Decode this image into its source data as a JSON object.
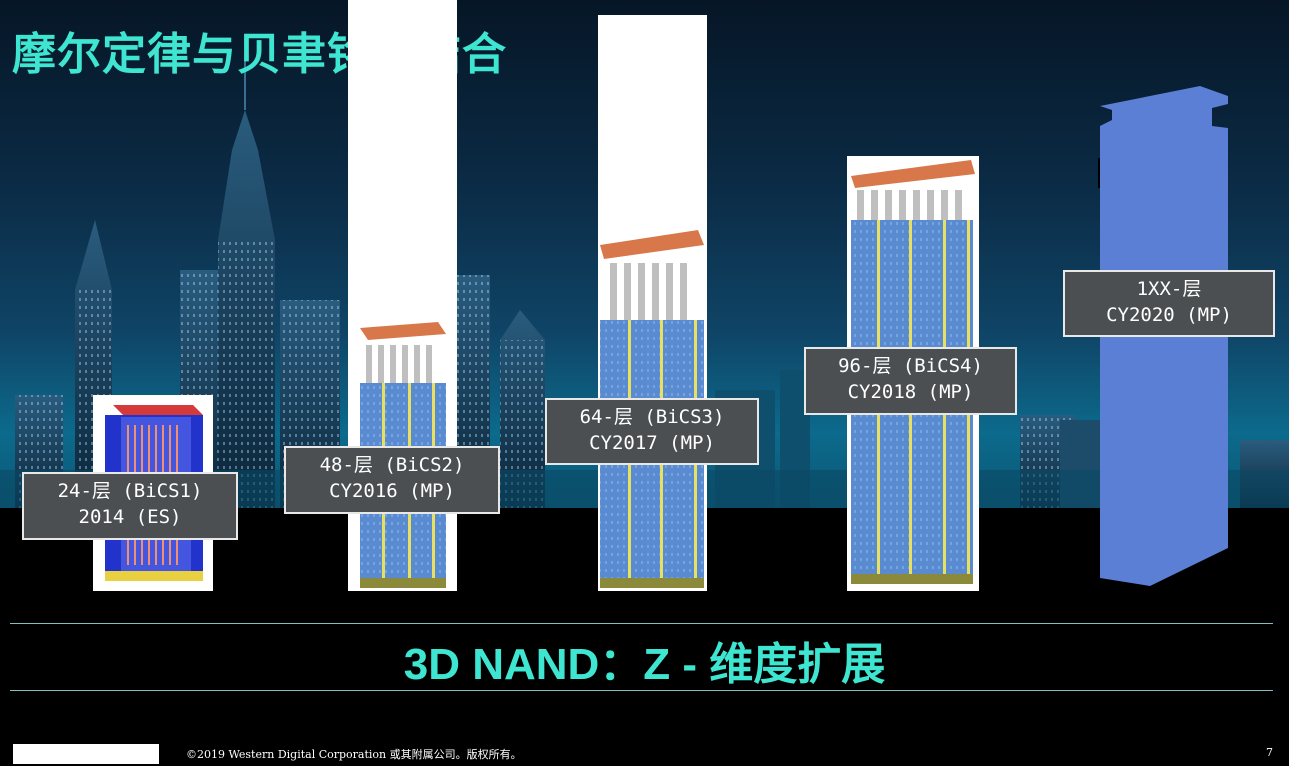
{
  "slide": {
    "title": "摩尔定律与贝聿铭的结合",
    "subtitle": "3D NAND：Z - 维度扩展",
    "footer": "©2019 Western Digital Corporation 或其附属公司。版权所有。",
    "page_number": "7"
  },
  "generations": [
    {
      "line1": "24-层 (BiCS1)",
      "line2": "2014 (ES)"
    },
    {
      "line1": "48-层 (BiCS2)",
      "line2": "CY2016  (MP)"
    },
    {
      "line1": "64-层 (BiCS3)",
      "line2": "CY2017  (MP)"
    },
    {
      "line1": "96-层 (BiCS4)",
      "line2": "CY2018  (MP)"
    },
    {
      "line1": "1XX-层",
      "line2": "CY2020 (MP)"
    }
  ],
  "colors": {
    "accent": "#3ee6d2",
    "label_bg": "#4c4f52",
    "future_tower": "#5b7fd4"
  }
}
